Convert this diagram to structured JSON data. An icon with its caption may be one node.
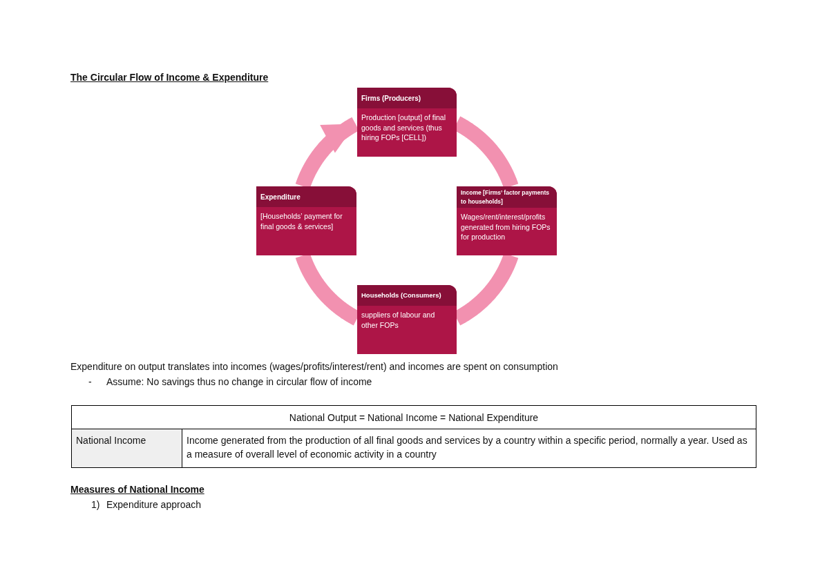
{
  "diagram": {
    "title": "The Circular Flow of Income & Expenditure",
    "nodes": [
      {
        "text": [
          "Firms (Producers)",
          "Production [output] of final goods and services (thus hiring FOPs [CELL])"
        ]
      },
      {
        "text": [
          "Expenditure",
          "[Households’ payment for final goods & services]"
        ]
      },
      {
        "text": [
          "Income [Firms’ factor payments to households]",
          "Wages/rent/interest/profits generated from hiring FOPs for production"
        ]
      },
      {
        "text": [
          "Households (Consumers)",
          "suppliers of labour and other FOPs"
        ]
      }
    ],
    "edges": [
      {
        "from": 0,
        "to": 2,
        "arrow": "none"
      },
      {
        "from": 2,
        "to": 3,
        "arrow": "none"
      },
      {
        "from": 3,
        "to": 1,
        "arrow": "none"
      },
      {
        "from": 1,
        "to": 0,
        "arrow": "to"
      }
    ],
    "labels": [
      "Expenditure on output translates into incomes (wages/profits/interest/rent) and incomes are spent on consumption",
      "-",
      "Assume: No savings thus no change in circular flow of income",
      "National Output = National Income = National Expenditure",
      "National Income",
      "Income generated from the production of all final goods and services by a country within a specific period, normally a year. Used as a measure of overall level of economic activity in a country",
      "Measures of National Income",
      "1)",
      "Expenditure approach"
    ]
  }
}
